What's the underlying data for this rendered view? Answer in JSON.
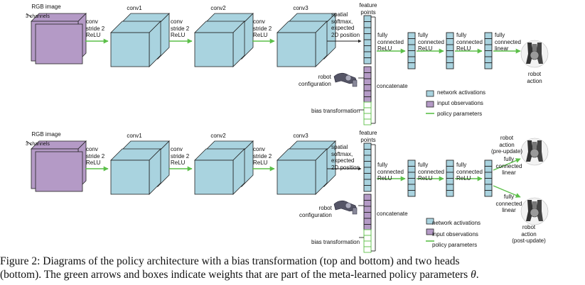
{
  "colors": {
    "activation": "#a9d3df",
    "observation": "#b49ac6",
    "policy": "#5cbf49",
    "stroke": "#222222"
  },
  "top": {
    "rgb": "RGB image",
    "channels": "3 channels",
    "conv_op": "conv\nstride 2\nReLU",
    "conv1": "conv1",
    "conv2": "conv2",
    "conv3": "conv3",
    "spatial": "spatial\nsoftmax,\nexpected\n2D position",
    "feature_points": "feature\npoints",
    "fc_relu": "fully\nconnected\nReLU",
    "fc_linear": "fully\nconnected\nlinear",
    "robot_action": "robot\naction",
    "robot_config": "robot\nconfiguration",
    "concatenate": "concatenate",
    "bias": "bias transformation"
  },
  "bottom": {
    "rgb": "RGB image",
    "channels": "3 channels",
    "conv_op": "conv\nstride 2\nReLU",
    "conv1": "conv1",
    "conv2": "conv2",
    "conv3": "conv3",
    "spatial": "spatial\nsoftmax,\nexpected\n2D position",
    "feature_points": "feature\npoints",
    "fc_relu": "fully\nconnected\nReLU",
    "fc_linear": "fully\nconnected\nlinear",
    "action_pre": "robot\naction\n(pre-update)",
    "action_post": "robot\naction\n(post-update)",
    "robot_config": "robot\nconfiguration",
    "concatenate": "concatenate",
    "bias": "bias transformation"
  },
  "legend": {
    "activations": "network activations",
    "observations": "input observations",
    "policy": "policy parameters"
  },
  "caption": {
    "line1": "Figure 2:  Diagrams of the policy architecture with a bias transformation (top and bottom) and two heads",
    "line2_pre": "(bottom). The green arrows and boxes indicate weights that are part of the meta-learned policy parameters ",
    "theta": "θ",
    "line2_post": "."
  }
}
